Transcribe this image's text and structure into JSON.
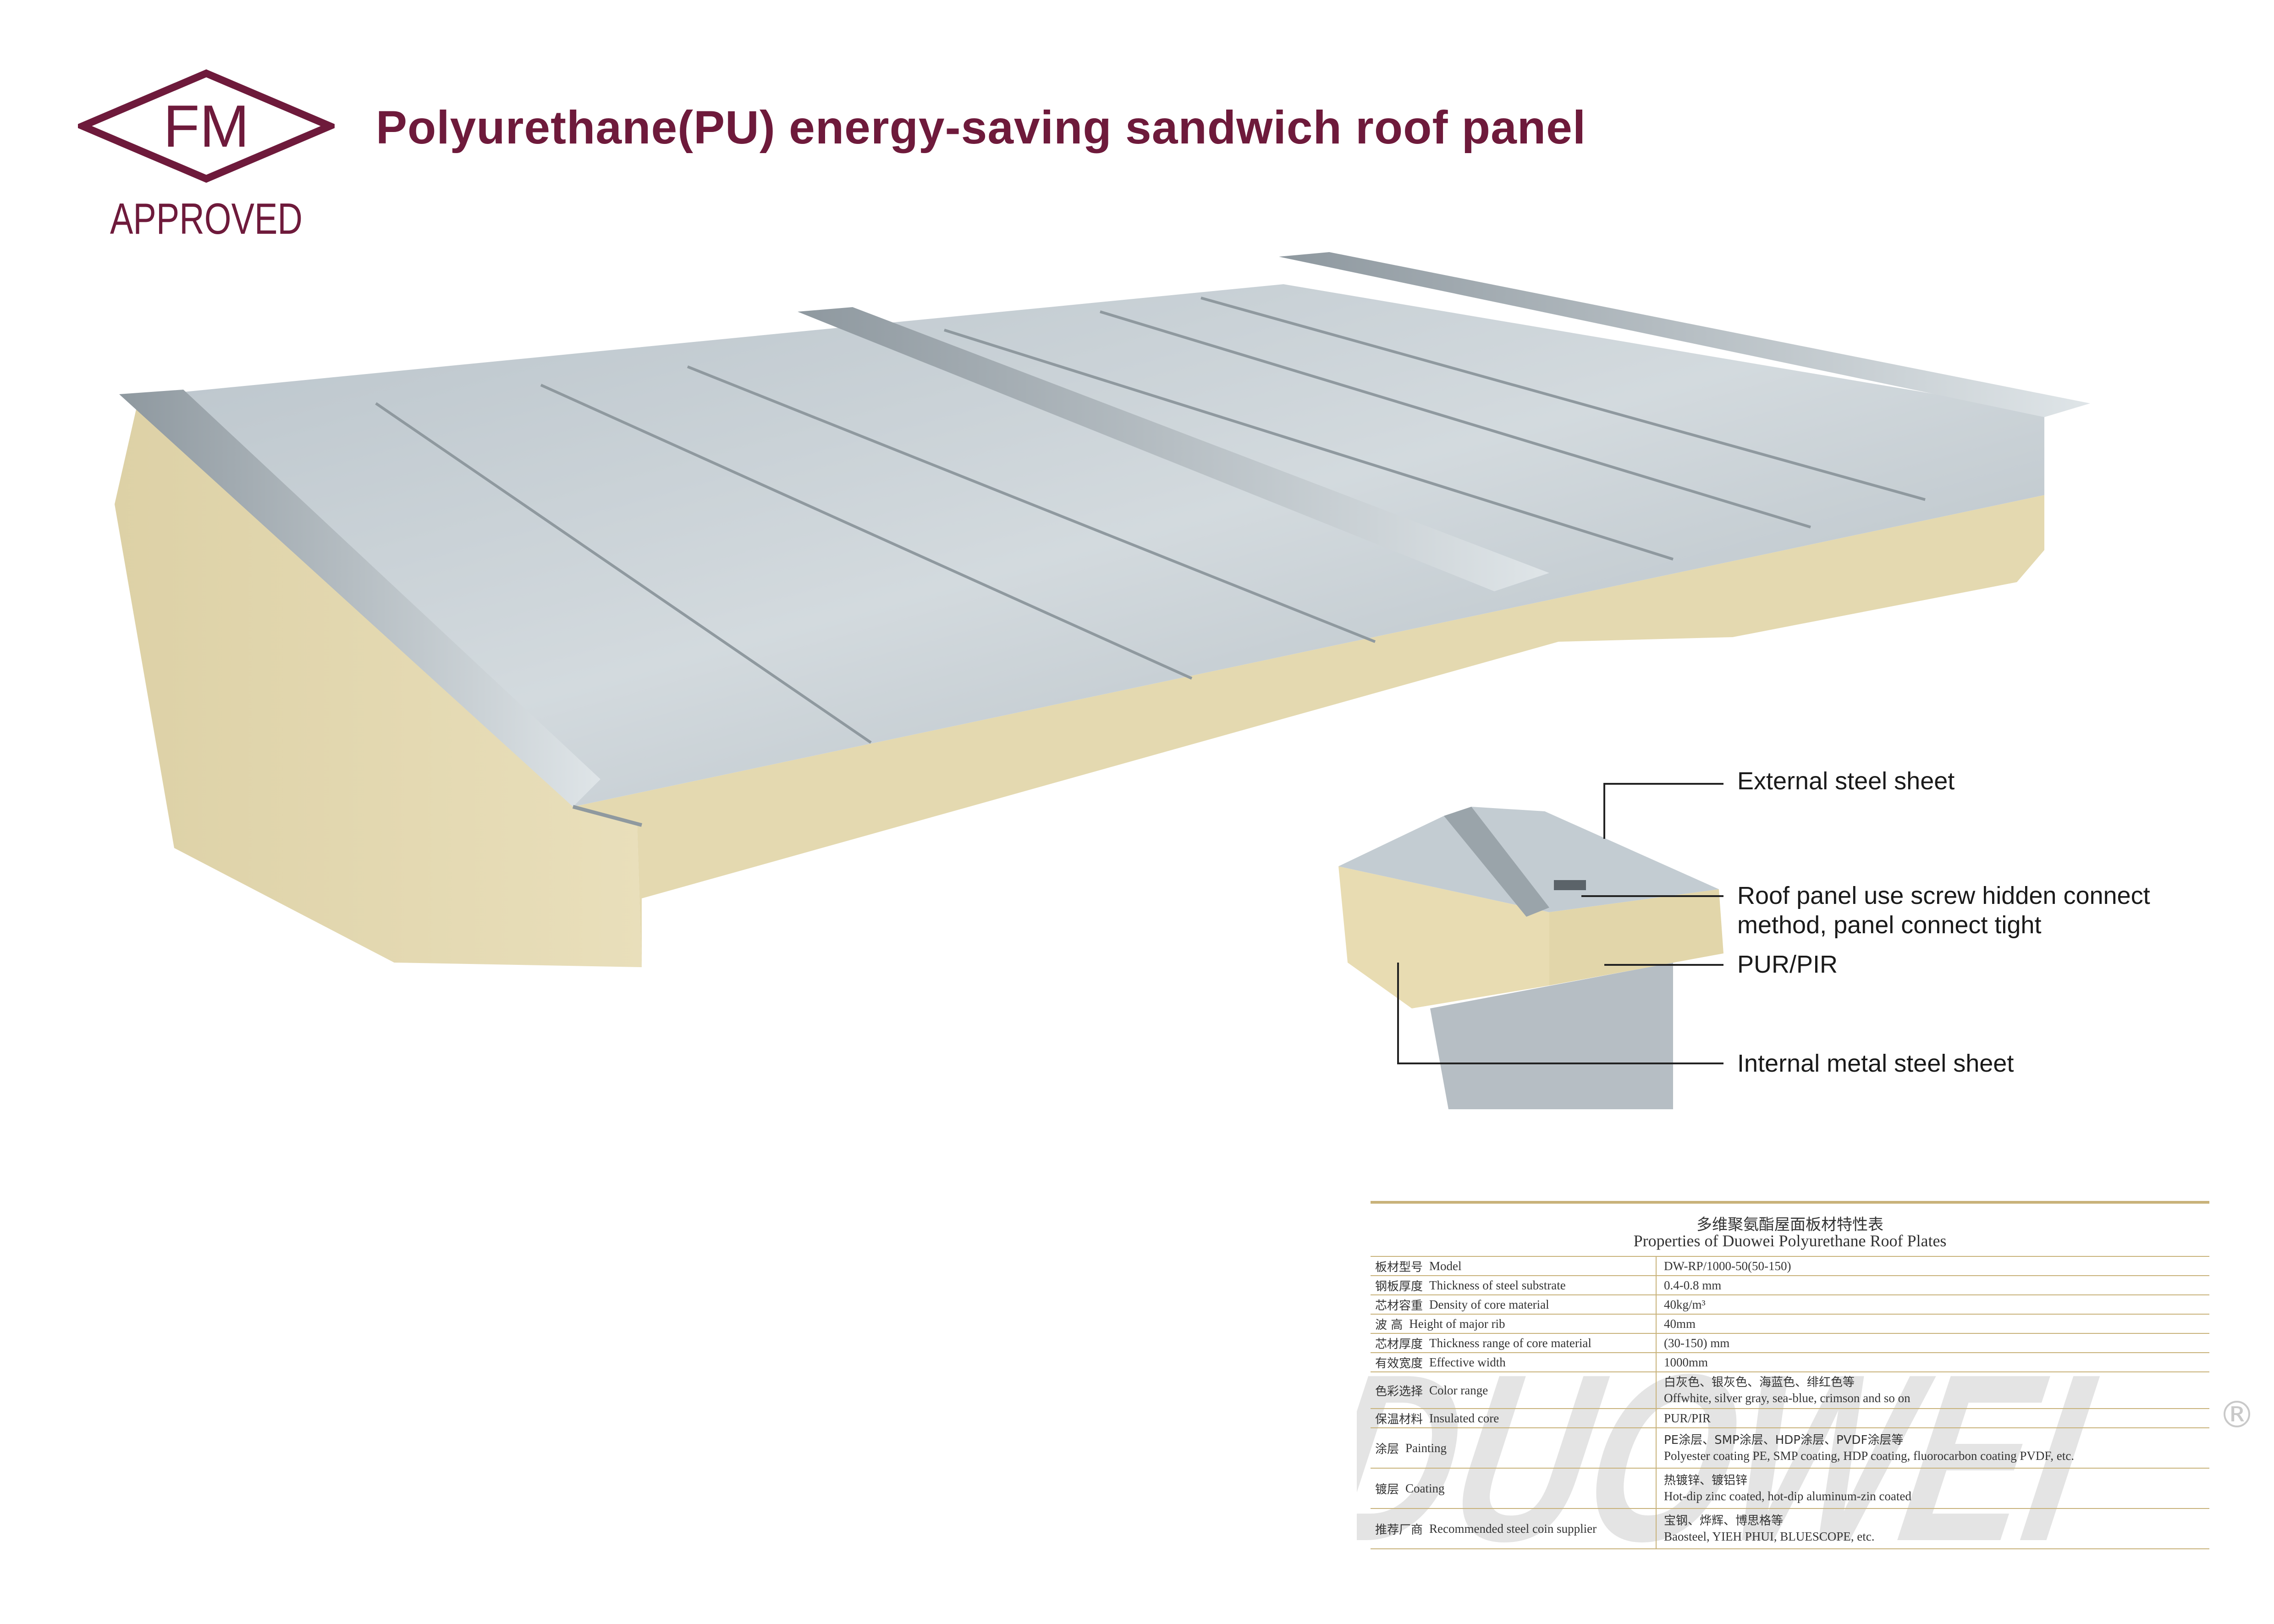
{
  "colors": {
    "brand": "#6e1a3b",
    "rule": "#c8b27a",
    "steel_light": "#c7d0d6",
    "steel_dark": "#8d979e",
    "foam": "#e6dcb6",
    "foam_shadow": "#d2c597",
    "watermark": "#cdcdcd"
  },
  "logo": {
    "mark": "FM",
    "caption": "APPROVED"
  },
  "title": "Polyurethane(PU) energy-saving  sandwich roof panel",
  "callouts": {
    "external": "External steel sheet",
    "connect_line1": "Roof panel use screw hidden connect",
    "connect_line2": "method, panel connect tight",
    "core": "PUR/PIR",
    "internal": "Internal metal steel sheet"
  },
  "spec": {
    "title_cn": "多维聚氨酯屋面板材特性表",
    "title_en": "Properties of Duowei Polyurethane Roof Plates",
    "rows": [
      {
        "label_cn": "板材型号",
        "label_en": "Model",
        "value": [
          "DW-RP/1000-50(50-150)"
        ]
      },
      {
        "label_cn": "钢板厚度",
        "label_en": "Thickness of steel substrate",
        "value": [
          "0.4-0.8 mm"
        ]
      },
      {
        "label_cn": "芯材容重",
        "label_en": "Density of core material",
        "value": [
          "40kg/m³"
        ]
      },
      {
        "label_cn": "波      高",
        "label_en": "Height of major rib",
        "value": [
          "40mm"
        ]
      },
      {
        "label_cn": "芯材厚度",
        "label_en": "Thickness range of core material",
        "value": [
          "(30-150) mm"
        ]
      },
      {
        "label_cn": "有效宽度",
        "label_en": "Effective width",
        "value": [
          "1000mm"
        ]
      },
      {
        "label_cn": "色彩选择",
        "label_en": "Color range",
        "value": [
          "白灰色、银灰色、海蓝色、绯红色等",
          "Offwhite, silver gray, sea-blue, crimson and so on"
        ]
      },
      {
        "label_cn": "保温材料",
        "label_en": "Insulated core",
        "value": [
          "PUR/PIR"
        ]
      },
      {
        "label_cn": "涂层",
        "label_en": "Painting",
        "value": [
          "PE涂层、SMP涂层、HDP涂层、PVDF涂层等",
          "Polyester coating PE, SMP coating, HDP coating, fluorocarbon coating PVDF, etc."
        ]
      },
      {
        "label_cn": "镀层",
        "label_en": "Coating",
        "value": [
          "热镀锌、镀铝锌",
          "Hot-dip zinc coated, hot-dip aluminum-zin coated"
        ]
      },
      {
        "label_cn": "推荐厂商",
        "label_en": "Recommended steel coin supplier",
        "value": [
          "宝钢、烨辉、博思格等",
          "Baosteel, YIEH PHUI, BLUESCOPE, etc."
        ]
      }
    ]
  },
  "watermark": {
    "text": "DUOWEI",
    "reg": "®"
  }
}
